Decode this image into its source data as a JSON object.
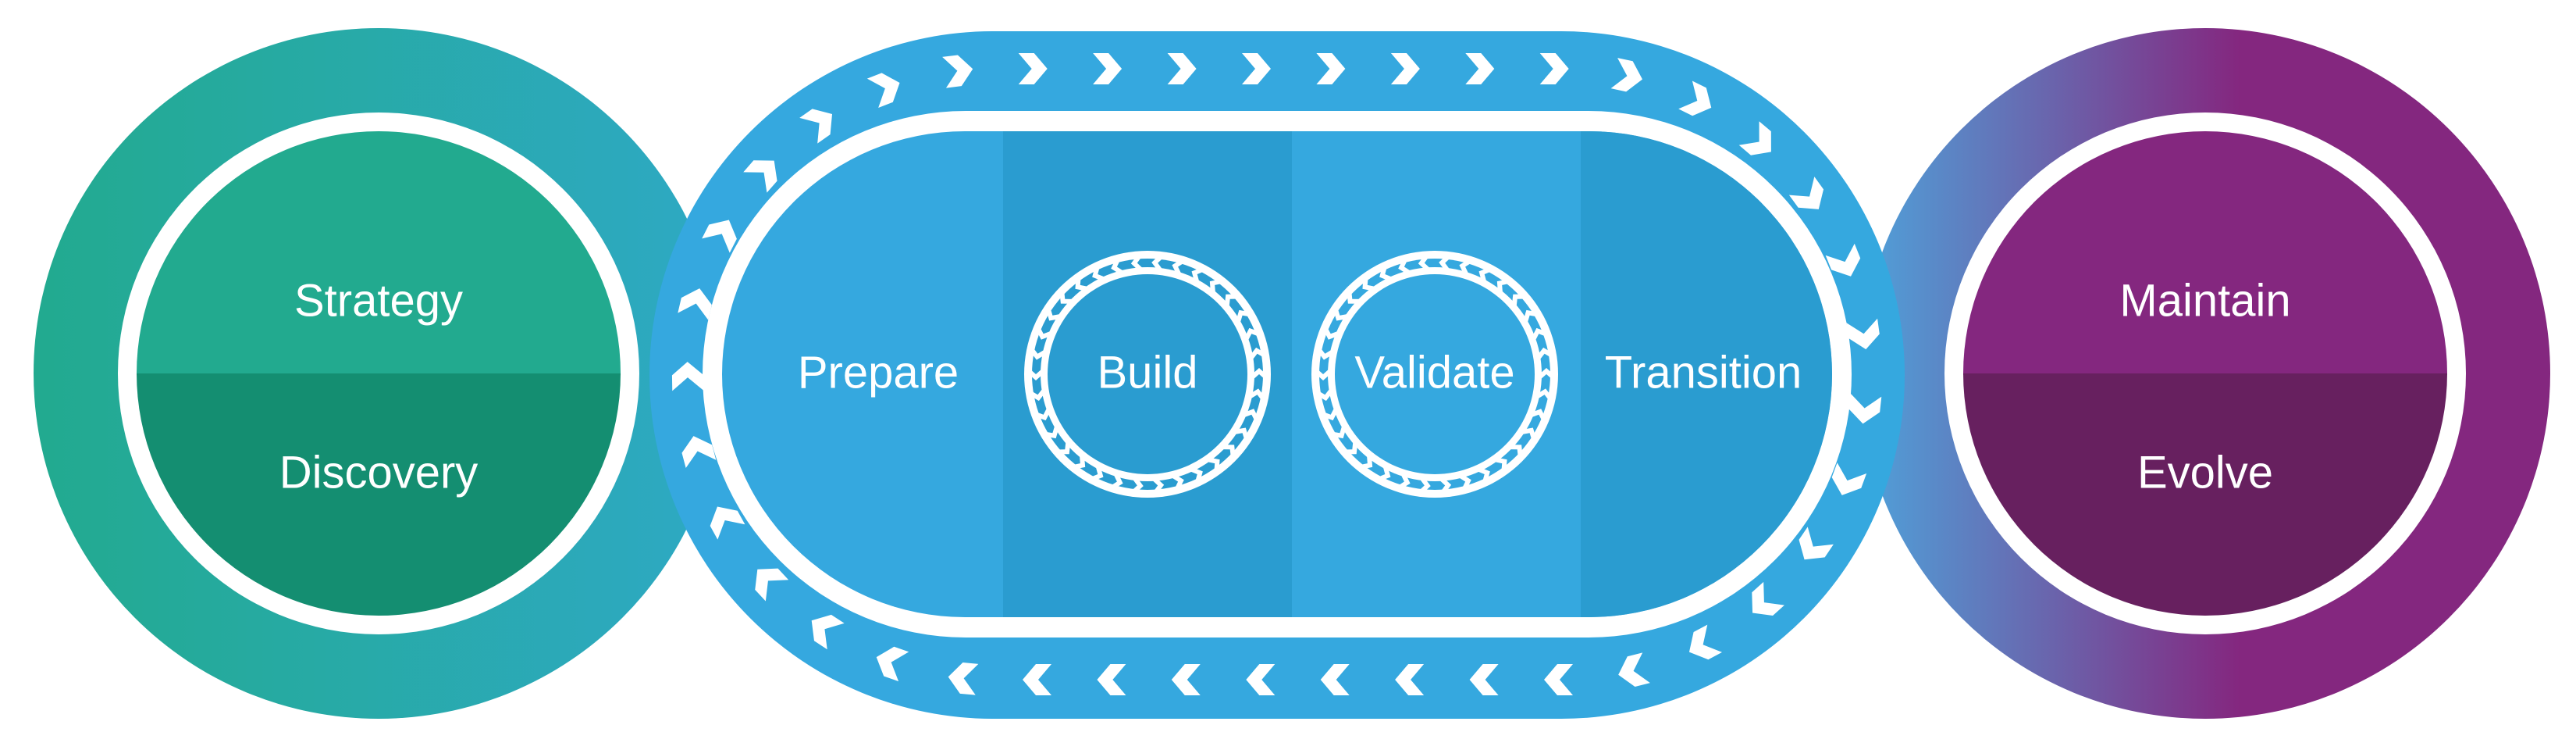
{
  "diagram": {
    "left_stage": {
      "top_label": "Strategy",
      "bottom_label": "Discovery"
    },
    "middle_stage": {
      "steps": [
        "Prepare",
        "Build",
        "Validate",
        "Transition"
      ]
    },
    "right_stage": {
      "top_label": "Maintain",
      "bottom_label": "Evolve"
    }
  },
  "colors": {
    "teal": "#22AA8F",
    "teal_dark": "#148E71",
    "blue": "#35A8DF",
    "blue_dark": "#2A9CD0",
    "purple": "#84277F",
    "purple_dark": "#67205F",
    "white": "#FFFFFF"
  },
  "icons": [
    "chevron-right-icon"
  ]
}
